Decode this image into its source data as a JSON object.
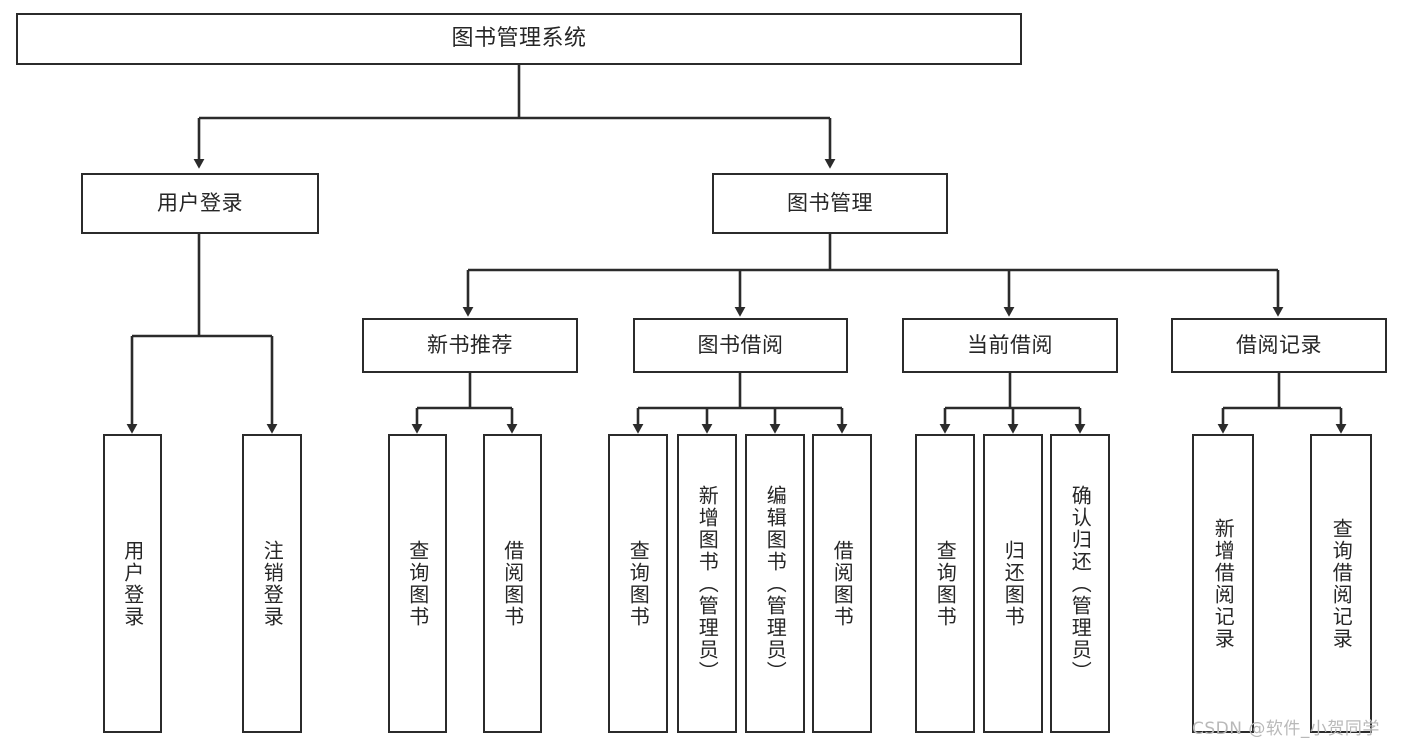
{
  "diagram": {
    "title_text": "图书管理系统",
    "type": "tree-hierarchy",
    "stroke_color": "#2b2b2b",
    "fill_color": "#ffffff",
    "text_color": "#262626"
  },
  "root": {
    "label": "图书管理系统"
  },
  "level2": [
    {
      "id": "user-login",
      "label": "用户登录"
    },
    {
      "id": "book-management",
      "label": "图书管理"
    }
  ],
  "level3": [
    {
      "id": "new-book-recommend",
      "label": "新书推荐"
    },
    {
      "id": "book-borrow",
      "label": "图书借阅"
    },
    {
      "id": "current-borrow",
      "label": "当前借阅"
    },
    {
      "id": "borrow-record",
      "label": "借阅记录"
    }
  ],
  "leaves": {
    "user_login": [
      {
        "id": "leaf-user-login",
        "label": "用户登录"
      },
      {
        "id": "leaf-logout-login",
        "label": "注销登录"
      }
    ],
    "new_book_recommend": [
      {
        "id": "leaf-query-book-1",
        "label": "查询图书"
      },
      {
        "id": "leaf-borrow-book-1",
        "label": "借阅图书"
      }
    ],
    "book_borrow": [
      {
        "id": "leaf-query-book-2",
        "label": "查询图书"
      },
      {
        "id": "leaf-add-book",
        "label": "新增图书（管理员）"
      },
      {
        "id": "leaf-edit-book",
        "label": "编辑图书（管理员）"
      },
      {
        "id": "leaf-borrow-book-2",
        "label": "借阅图书"
      }
    ],
    "current_borrow": [
      {
        "id": "leaf-query-book-3",
        "label": "查询图书"
      },
      {
        "id": "leaf-return-book",
        "label": "归还图书"
      },
      {
        "id": "leaf-confirm-return",
        "label": "确认归还（管理员）"
      }
    ],
    "borrow_record": [
      {
        "id": "leaf-add-record",
        "label": "新增借阅记录"
      },
      {
        "id": "leaf-query-record",
        "label": "查询借阅记录"
      }
    ]
  },
  "watermark": {
    "text": "CSDN @软件_小贺同学"
  }
}
